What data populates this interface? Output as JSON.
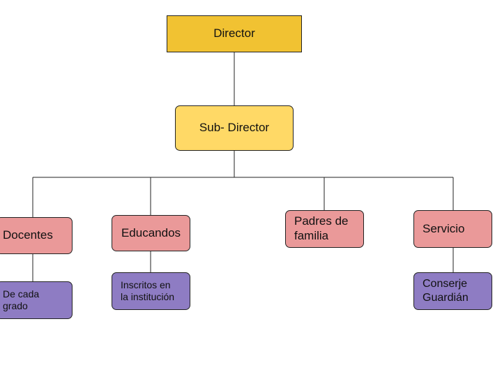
{
  "diagram": {
    "colors": {
      "director_fill": "#f1c232",
      "subdirector_fill": "#ffd966",
      "group_fill": "#ea9999",
      "detail_fill": "#8e7cc3",
      "line": "#222222"
    },
    "director": {
      "label": "Director"
    },
    "subdirector": {
      "label": "Sub- Director"
    },
    "docentes": {
      "label": "Docentes"
    },
    "educandos": {
      "label": "Educandos"
    },
    "padres": {
      "line1": "Padres de",
      "line2": "familia"
    },
    "servicio": {
      "label": "Servicio"
    },
    "decada": {
      "line1": "De cada",
      "line2": "grado"
    },
    "inscritos": {
      "line1": "Inscritos en",
      "line2": "la institución"
    },
    "conserje": {
      "line1": "Conserje",
      "line2": "Guardián"
    }
  }
}
